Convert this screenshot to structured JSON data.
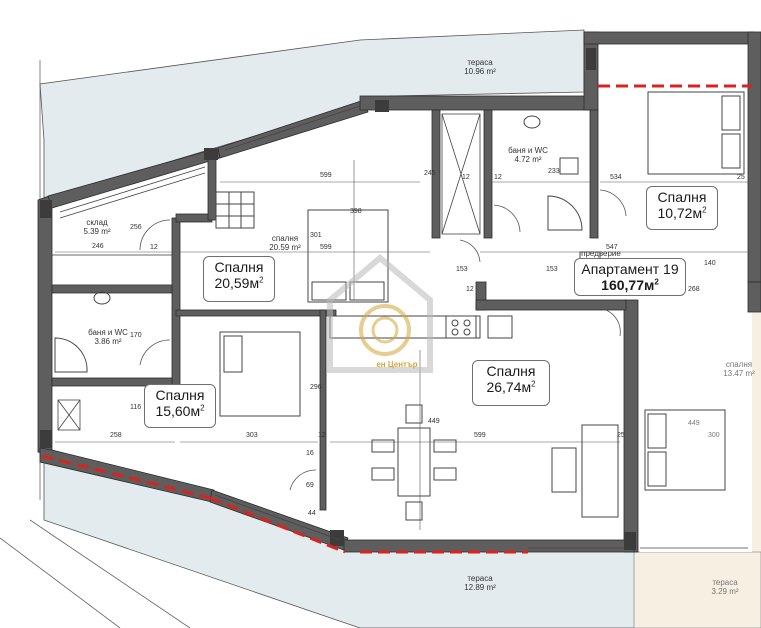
{
  "colors": {
    "wall": "#5e5e5e",
    "wall_edge": "#2d2d2d",
    "terrace_fill": "#e4ebef",
    "neighbor_fill": "#f6efe2",
    "railing_red": "#d9231f",
    "watermark": "#d3a53a",
    "furniture": "#444444"
  },
  "labels": {
    "bedroom_a": {
      "name": "Спалня",
      "area": "20,59м",
      "sup": "2"
    },
    "bedroom_b": {
      "name": "Спалня",
      "area": "15,60м",
      "sup": "2"
    },
    "bedroom_c": {
      "name": "Спалня",
      "area": "26,74м",
      "sup": "2"
    },
    "bedroom_d": {
      "name": "Спалня",
      "area": "10,72м",
      "sup": "2"
    },
    "apartment": {
      "name": "Апартамент 19",
      "area": "160,77м",
      "sup": "2"
    }
  },
  "small_labels": {
    "terrace_top": [
      "тераса",
      "10.96 m²"
    ],
    "terrace_bottom": [
      "тераса",
      "12.89 m²"
    ],
    "terrace_neighbor": [
      "тераса",
      "3.29 m²"
    ],
    "storage": [
      "склад",
      "5.39 m²"
    ],
    "bath_top": [
      "баня и WC",
      "4.72 m²"
    ],
    "bath_left": [
      "баня и WC",
      "3.86 m²"
    ],
    "bedroom_small": [
      "спалня",
      "20.59 m²"
    ],
    "neighbor_bedroom": [
      "спалня",
      "13.47 m²"
    ],
    "corridor": [
      "предверие"
    ]
  },
  "dimensions": [
    "599",
    "245",
    "12",
    "534",
    "25",
    "256",
    "246",
    "301",
    "398",
    "599",
    "233",
    "547",
    "153",
    "153",
    "140",
    "268",
    "12",
    "170",
    "116",
    "296",
    "258",
    "303",
    "12",
    "449",
    "599",
    "25",
    "12",
    "16",
    "69",
    "44",
    "449",
    "300",
    "12"
  ],
  "watermark_text": "ен Център"
}
